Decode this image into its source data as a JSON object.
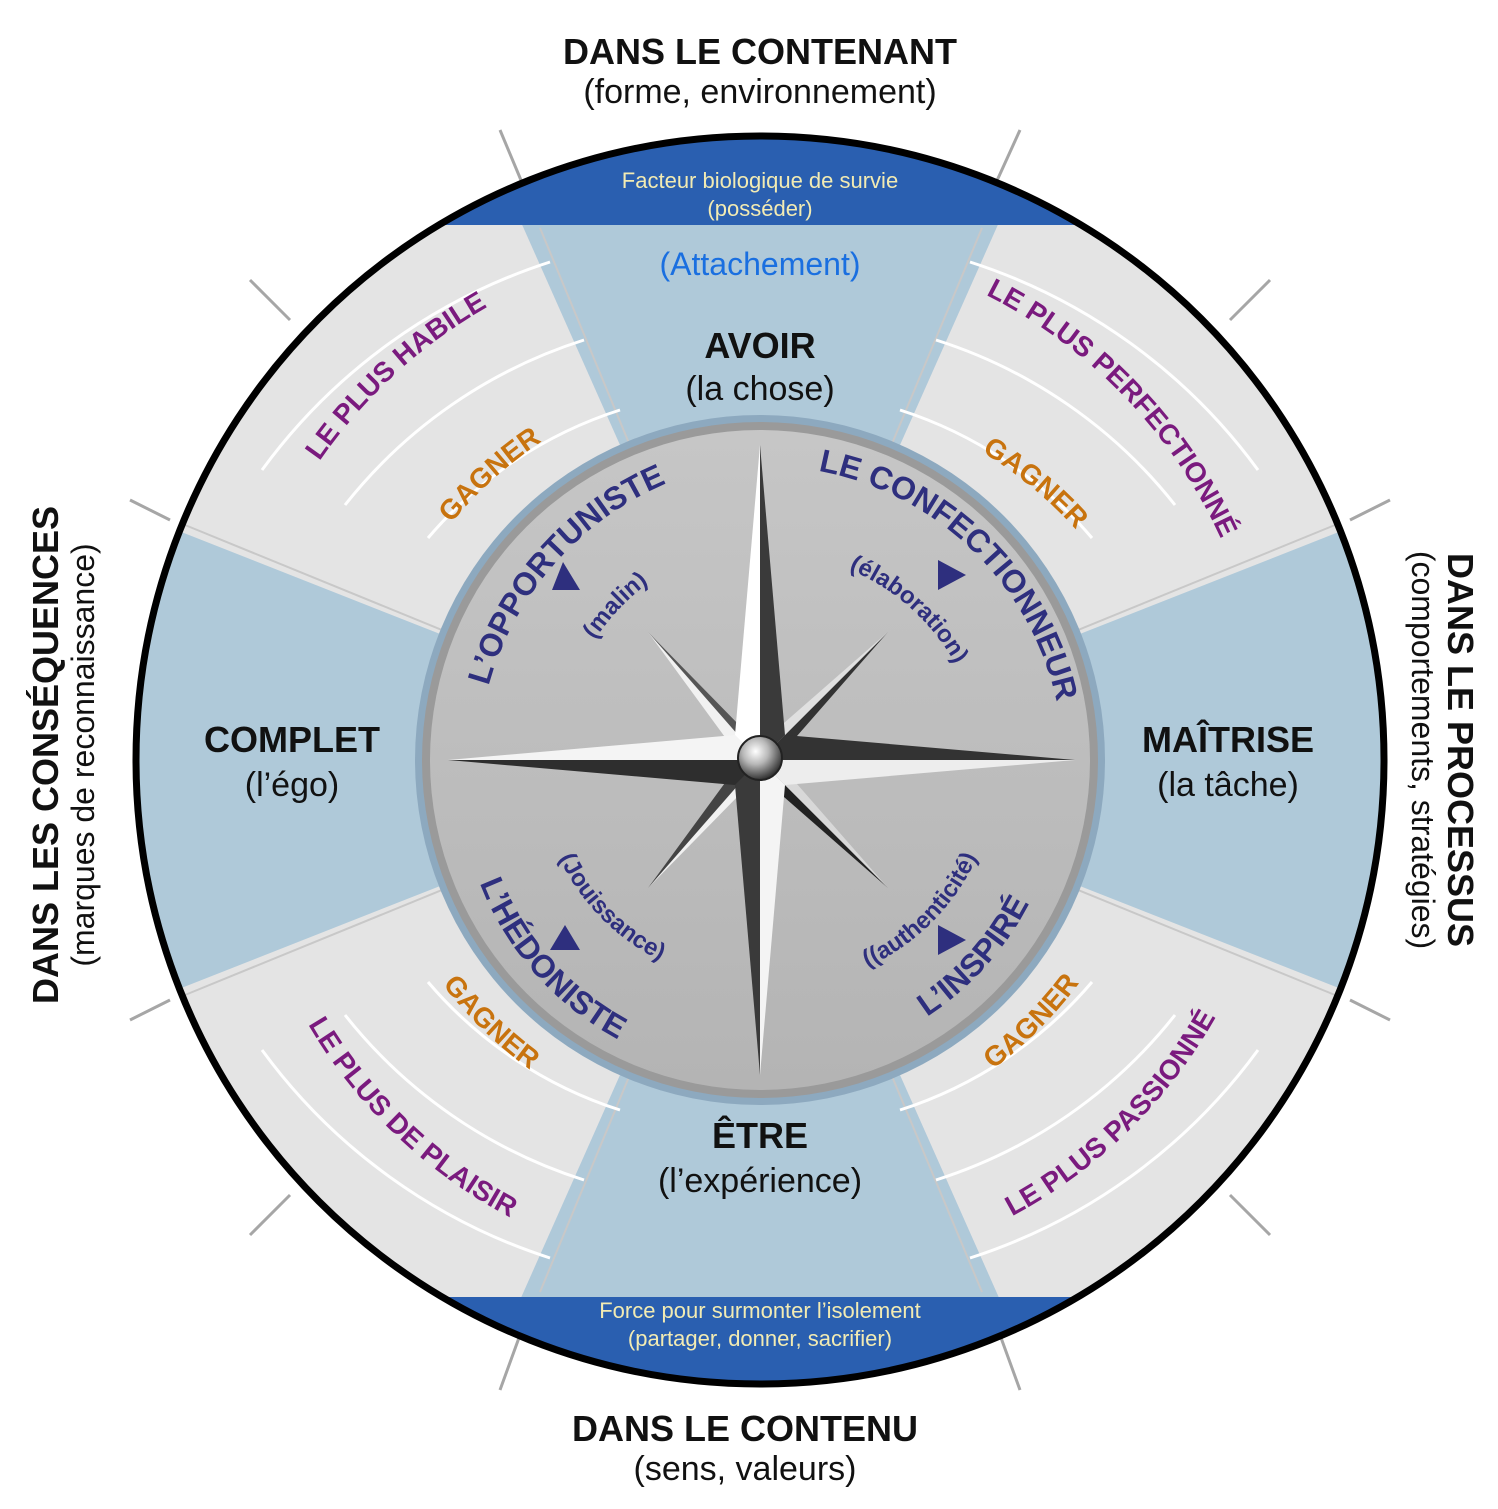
{
  "outer_labels": {
    "top": {
      "title": "DANS LE CONTENANT",
      "subtitle": "(forme, environnement)"
    },
    "bottom": {
      "title": "DANS LE CONTENU",
      "subtitle": "(sens, valeurs)"
    },
    "left": {
      "title": "DANS LES CONSÉQUENCES",
      "subtitle": "(marques de reconnaissance)"
    },
    "right": {
      "title": "DANS LE PROCESSUS",
      "subtitle": "(comportements, stratégies)"
    }
  },
  "banners": {
    "top": {
      "line1": "Facteur biologique de survie",
      "line2": "(posséder)"
    },
    "bottom": {
      "line1": "Force pour surmonter l’isolement",
      "line2": "(partager, donner, sacrifier)"
    }
  },
  "attachment_label": "(Attachement)",
  "cardinals": {
    "top": {
      "title": "AVOIR",
      "subtitle": "(la chose)"
    },
    "bottom": {
      "title": "ÊTRE",
      "subtitle": "(l’expérience)"
    },
    "left": {
      "title": "COMPLET",
      "subtitle": "(l’égo)"
    },
    "right": {
      "title": "MAÎTRISE",
      "subtitle": "(la tâche)"
    }
  },
  "quadrants": {
    "top_left": {
      "superlative": "LE PLUS HABILE",
      "gagner": "GAGNER",
      "type": "L’OPPORTUNISTE",
      "quality": "(malin)"
    },
    "top_right": {
      "superlative": "LE PLUS PERFECTIONNÉ",
      "gagner": "GAGNER",
      "type": "LE CONFECTIONNEUR",
      "quality": "(élaboration)"
    },
    "bottom_left": {
      "superlative": "LE PLUS DE PLAISIR",
      "gagner": "GAGNER",
      "type": "L’HÉDONISTE",
      "quality": "(Jouissance)"
    },
    "bottom_right": {
      "superlative": "LE PLUS PASSIONNÉ",
      "gagner": "GAGNER",
      "type": "L’INSPIRÉ",
      "quality": "((authenticité)"
    }
  },
  "colors": {
    "outer_ring": "#000000",
    "band_blue": "#afc9d9",
    "quadrant_grey": "#e4e4e4",
    "inner_disc": "#bdbdbd",
    "banner": "#2a5fb0",
    "gagner": "#c8730e",
    "superlative": "#7a1a7e",
    "type": "#2e2f7e"
  }
}
